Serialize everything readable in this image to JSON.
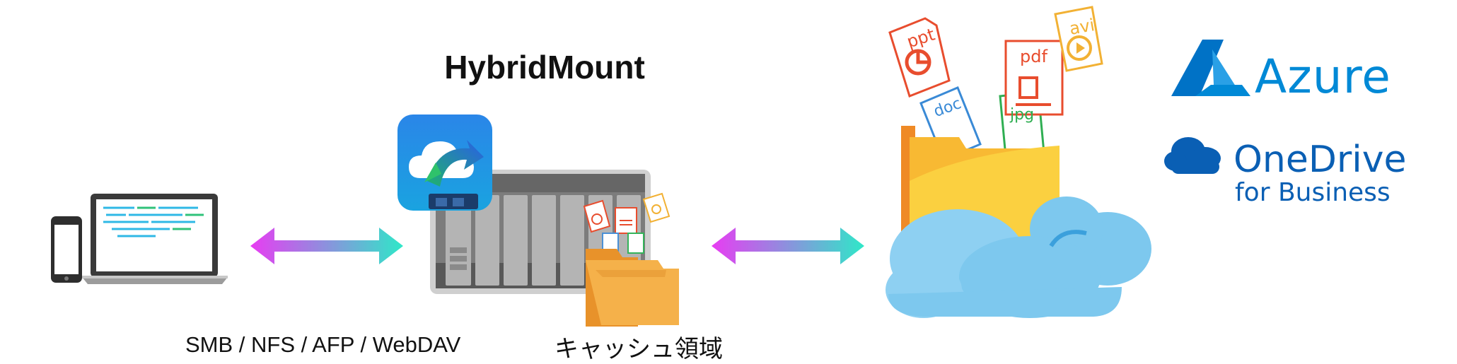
{
  "title": "HybridMount",
  "labels": {
    "protocols": "SMB / NFS / AFP / WebDAV",
    "cache": "キャッシュ領域"
  },
  "file_types": {
    "ppt": "ppt",
    "pdf": "pdf",
    "avi": "avi",
    "doc": "doc",
    "jpg": "jpg"
  },
  "logos": {
    "azure": "Azure",
    "onedrive": "OneDrive",
    "onedrive_sub": "for Business"
  },
  "colors": {
    "arrow_left": "#e83cf2",
    "arrow_right": "#2ee8c8",
    "azure": "#0089d6",
    "onedrive": "#0a5fb4",
    "folder": "#f5a13a",
    "cloud": "#7dc8ee"
  },
  "icons": {
    "client": "laptop-and-phone-icon",
    "nas": "nas-device-icon",
    "app": "hybridmount-app-icon",
    "cloud": "cloud-storage-icon"
  }
}
